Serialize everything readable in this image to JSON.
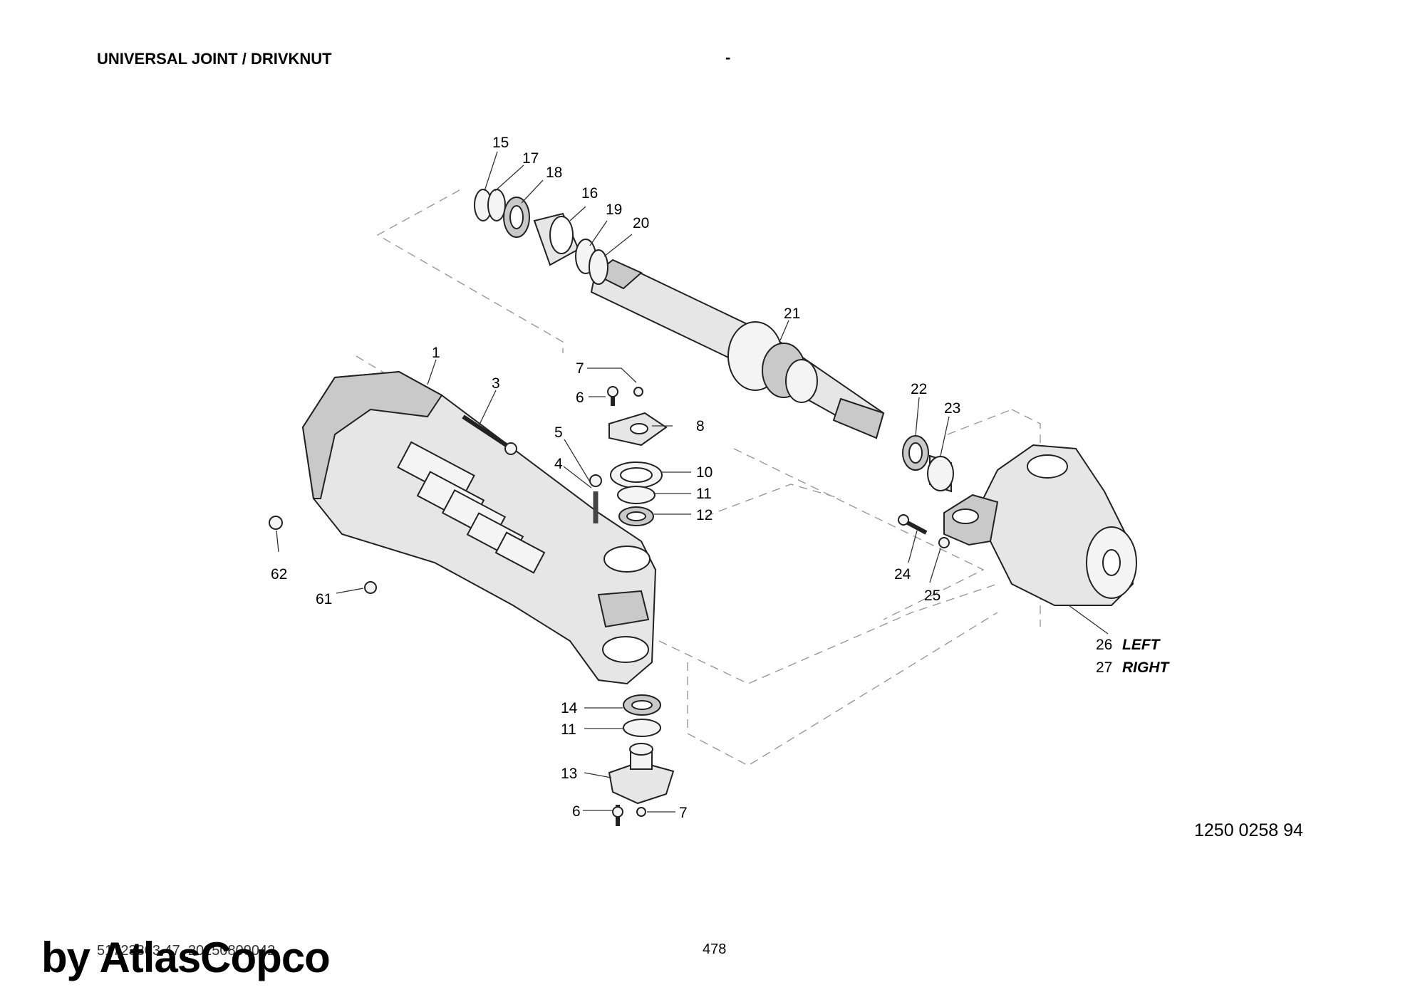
{
  "header": {
    "title": "UNIVERSAL JOINT / DRIVKNUT",
    "separator": "-"
  },
  "drawing_number": "1250 0258 94",
  "footer": {
    "doc_id": "51723303 47_20250809042",
    "page": "478",
    "brand": "by AtlasCopco"
  },
  "callouts": {
    "c1": "1",
    "c3": "3",
    "c4": "4",
    "c5": "5",
    "c6a": "6",
    "c6b": "6",
    "c7a": "7",
    "c7b": "7",
    "c8": "8",
    "c10": "10",
    "c11a": "11",
    "c11b": "11",
    "c12": "12",
    "c13": "13",
    "c14": "14",
    "c15": "15",
    "c16": "16",
    "c17": "17",
    "c18": "18",
    "c19": "19",
    "c20": "20",
    "c21": "21",
    "c22": "22",
    "c23": "23",
    "c24": "24",
    "c25": "25",
    "c61": "61",
    "c62": "62"
  },
  "sides": {
    "left": {
      "num": "26",
      "label": "LEFT"
    },
    "right": {
      "num": "27",
      "label": "RIGHT"
    }
  }
}
